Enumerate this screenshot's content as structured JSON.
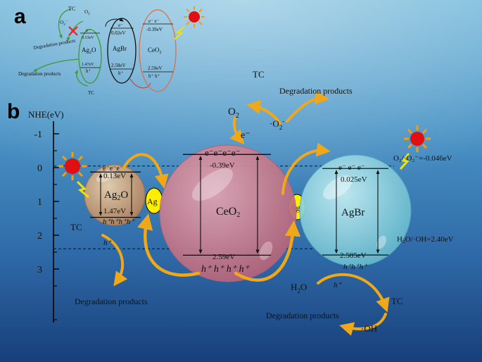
{
  "panel_a": {
    "label": "a",
    "tc_top": "TC",
    "o2_top": "O",
    "o2_top_sub": "2",
    "o2_radical": "·O",
    "o2_radical_sub": "2",
    "o2_radical_sup": "−",
    "degradation_1": "Degradation products",
    "degradation_2": "Degradation products",
    "tc_bottom": "TC",
    "ag2o": {
      "electron": "e⁻",
      "cb": "0.13eV",
      "name": "Ag",
      "name_sub": "2",
      "name_tail": "O",
      "vb": "1.47eV",
      "hole": "h⁺"
    },
    "agbr": {
      "electron": "e⁻",
      "cb": "0.02eV",
      "name": "AgBr",
      "vb": "2.58eV",
      "hole": "h⁺"
    },
    "ceo2": {
      "electrons": "e⁻ e⁻",
      "cb": "-0.39eV",
      "name": "CeO",
      "name_sub": "2",
      "vb": "2.59eV",
      "holes": "h⁺ h⁺"
    }
  },
  "panel_b": {
    "label": "b",
    "axis_title": "NHE(eV)",
    "ticks": [
      {
        "value": -1,
        "label": "-1"
      },
      {
        "value": 0,
        "label": "0"
      },
      {
        "value": 1,
        "label": "1"
      },
      {
        "value": 2,
        "label": "2"
      },
      {
        "value": 3,
        "label": "3"
      }
    ],
    "ag2o": {
      "electrons": "e⁻e⁻e⁻",
      "cb": "0.13eV",
      "name": "Ag",
      "name_sub": "2",
      "name_tail": "O",
      "vb": "1.47eV",
      "holes": "h⁺h⁺h⁺h⁺"
    },
    "ag_label": "Ag",
    "ceo2": {
      "electrons": "e⁻e⁻e⁻e⁻",
      "cb": "-0.39eV",
      "name": "CeO",
      "name_sub": "2",
      "vb": "2.59eV",
      "holes": "h⁺ h⁺ h⁺ h⁺"
    },
    "agbr": {
      "electrons": "e⁻ e⁻ e⁻",
      "cb": "0.025eV",
      "name": "AgBr",
      "vb": "2.585eV",
      "holes": "h⁺h⁺h⁺"
    },
    "o2": "O",
    "o2_sub": "2",
    "e_minus": "e⁻",
    "o2_radical": "·O",
    "o2_radical_sub": "2",
    "o2_radical_sup": "-",
    "tc_top": "TC",
    "degradation_top": "Degradation products",
    "redox_o2": "O₂/·O₂⁻=-0.046eV",
    "redox_oh": "H₂O/·OH=2.40eV",
    "tc_left": "TC",
    "h_plus_left": "h⁺",
    "degradation_left": "Degradation products",
    "h2o": "H",
    "h2o_sub": "2",
    "h2o_tail": "O",
    "h_plus_right": "h⁺",
    "tc_right": "TC",
    "degradation_right": "Degradation products",
    "oh_radical": "·OH"
  },
  "colors": {
    "ag2o_sphere": "#c7a07a",
    "ceo2_sphere": "#c57a8e",
    "agbr_sphere": "#8fd3e0",
    "ag_particle": "#ffee00",
    "arrow": "#f0a818",
    "sun": "#e01010"
  }
}
